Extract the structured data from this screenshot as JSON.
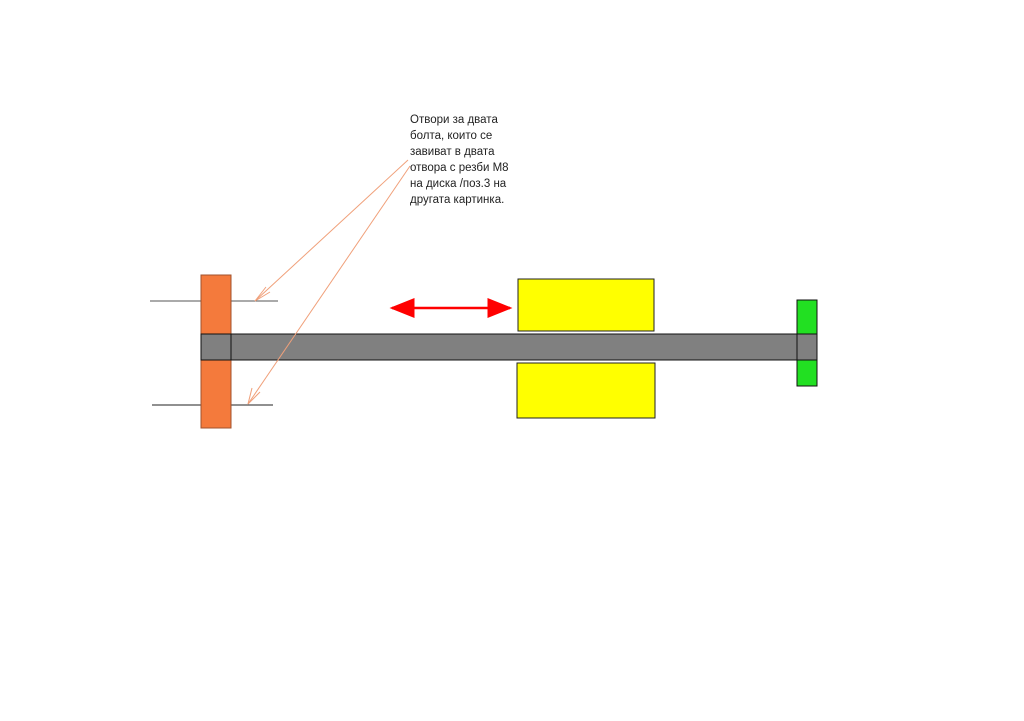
{
  "annotation": {
    "lines": [
      "Отвори за двата",
      "болта, които се",
      "завиват в двата",
      "отвора с резби М8",
      "на диска /поз.3 на",
      "другата картинка."
    ]
  },
  "colors": {
    "plate": "#f47a3c",
    "shaft": "#808080",
    "bearing": "#ffff00",
    "end_part": "#22e022",
    "motion_arrow": "#ff0000",
    "leader": "#f0a07a"
  }
}
